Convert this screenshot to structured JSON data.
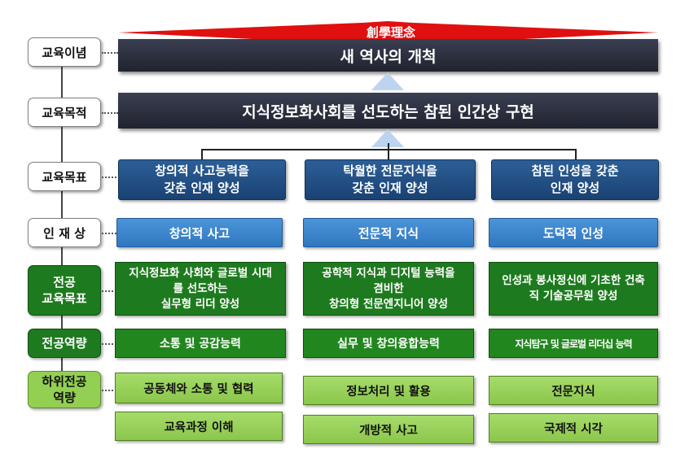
{
  "left_labels": {
    "philosophy": "교육이념",
    "purpose": "교육목적",
    "goals": "교육목표",
    "talent": "인 재 상",
    "major_goals": [
      "전공",
      "교육목표"
    ],
    "major_competency": "전공역량",
    "sub_competency": [
      "하위전공",
      "역량"
    ]
  },
  "top": {
    "motto": "創學理念",
    "philosophy": "새 역사의 개척",
    "purpose": "지식정보화사회를 선도하는 참된 인간상 구현"
  },
  "columns": [
    {
      "goal": [
        "창의적 사고능력을",
        "갖춘 인재 양성"
      ],
      "talent": "창의적 사고",
      "major_goal": [
        "지식정보화 사회와 글로벌 시대",
        "를 선도하는",
        "실무형 리더 양성"
      ],
      "competency": "소통 및 공감능력",
      "sub": [
        "공동체와 소통 및 협력",
        "교육과정 이해"
      ]
    },
    {
      "goal": [
        "탁월한 전문지식을",
        "갖춘 인재 양성"
      ],
      "talent": "전문적 지식",
      "major_goal": [
        "공학적 지식과 디지털 능력을",
        "겸비한",
        "창의형 전문엔지니어 양성"
      ],
      "competency": "실무 및 창의융합능력",
      "sub": [
        "정보처리 및 활용",
        "개방적 사고"
      ]
    },
    {
      "goal": [
        "참된 인성을 갖춘",
        "인재 양성"
      ],
      "talent": "도덕적 인성",
      "major_goal": [
        "인성과 봉사정신에 기초한 건축",
        "직 기술공무원 양성"
      ],
      "competency": "지식탐구 및 글로벌 리더십 능력",
      "sub": [
        "전문지식",
        "국제적 시각"
      ]
    }
  ],
  "colors": {
    "navy": "#1a4273",
    "blue": "#2f78c1",
    "dark_green": "#1e7a1e",
    "light_green": "#93cf53",
    "banner": "#20232e",
    "motto_red": "#e01010"
  }
}
